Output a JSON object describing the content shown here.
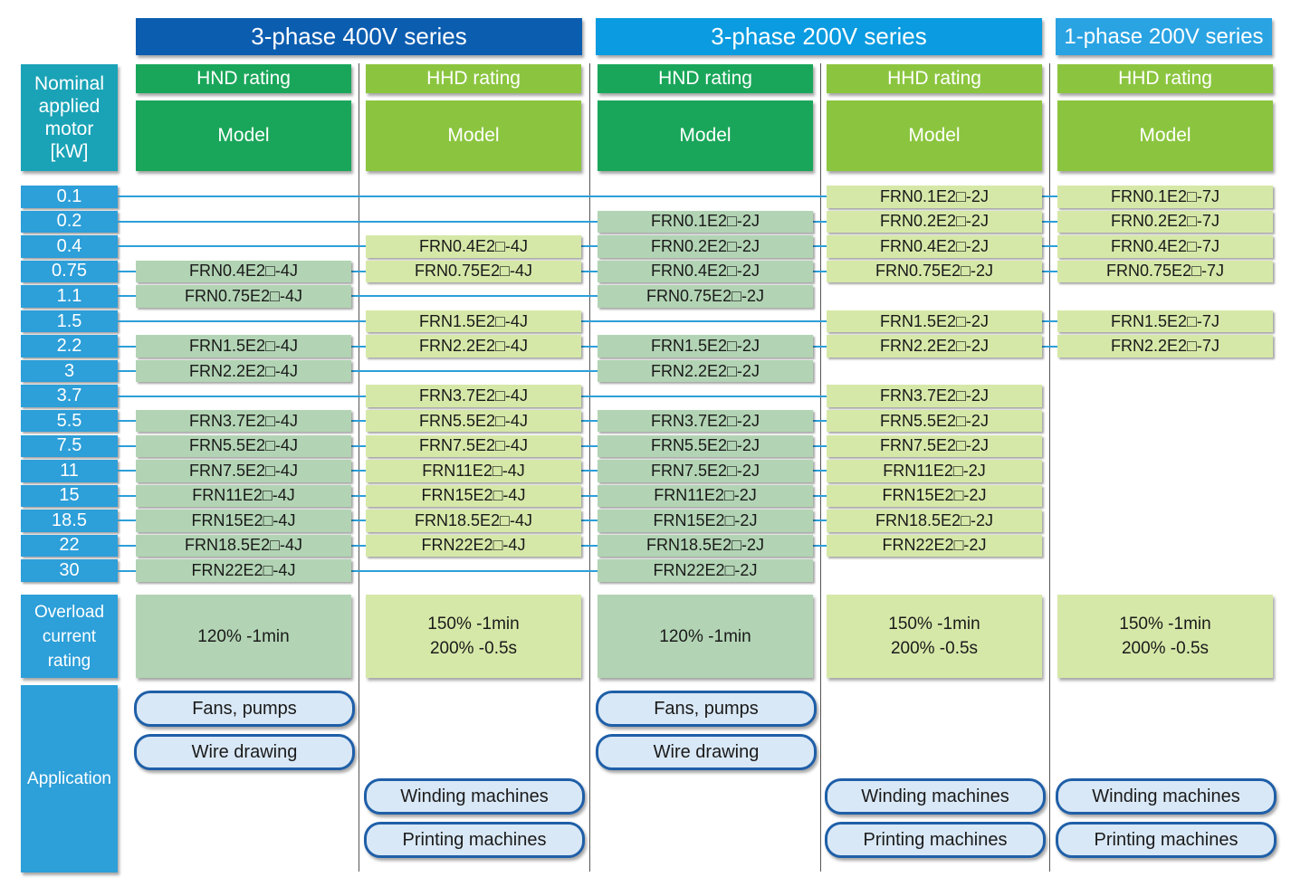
{
  "colors": {
    "series_400v": "#0b5db0",
    "series_200v": "#0a9be0",
    "series_1ph": "#2aa3e3",
    "hnd_header": "#1aa65a",
    "hhd_header": "#8bc53f",
    "hnd_cell": "#b2d4b4",
    "hhd_cell": "#d6e8a8",
    "connector": "#2d9fd9",
    "left_header": "#1aa3b7",
    "pill_border": "#1f5fa8"
  },
  "series": [
    {
      "label": "3-phase 400V series"
    },
    {
      "label": "3-phase 200V series"
    },
    {
      "label": "1-phase 200V series"
    }
  ],
  "left_header": {
    "line1": "Nominal",
    "line2": "applied",
    "line3": "motor",
    "line4": "[kW]"
  },
  "kw_values": [
    "0.1",
    "0.2",
    "0.4",
    "0.75",
    "1.1",
    "1.5",
    "2.2",
    "3",
    "3.7",
    "5.5",
    "7.5",
    "11",
    "15",
    "18.5",
    "22",
    "30"
  ],
  "columns": [
    {
      "rating": "HND rating",
      "model_label": "Model",
      "cells": [
        "",
        "",
        "",
        "FRN0.4E2□-4J",
        "FRN0.75E2□-4J",
        "",
        "FRN1.5E2□-4J",
        "FRN2.2E2□-4J",
        "",
        "FRN3.7E2□-4J",
        "FRN5.5E2□-4J",
        "FRN7.5E2□-4J",
        "FRN11E2□-4J",
        "FRN15E2□-4J",
        "FRN18.5E2□-4J",
        "FRN22E2□-4J"
      ],
      "overload": [
        "120% -1min"
      ],
      "applications": [
        "Fans, pumps",
        "Wire drawing"
      ]
    },
    {
      "rating": "HHD rating",
      "model_label": "Model",
      "cells": [
        "",
        "",
        "FRN0.4E2□-4J",
        "FRN0.75E2□-4J",
        "",
        "FRN1.5E2□-4J",
        "FRN2.2E2□-4J",
        "",
        "FRN3.7E2□-4J",
        "FRN5.5E2□-4J",
        "FRN7.5E2□-4J",
        "FRN11E2□-4J",
        "FRN15E2□-4J",
        "FRN18.5E2□-4J",
        "FRN22E2□-4J",
        ""
      ],
      "overload": [
        "150% -1min",
        "200% -0.5s"
      ],
      "applications": [
        "Winding machines",
        "Printing machines"
      ]
    },
    {
      "rating": "HND rating",
      "model_label": "Model",
      "cells": [
        "",
        "FRN0.1E2□-2J",
        "FRN0.2E2□-2J",
        "FRN0.4E2□-2J",
        "FRN0.75E2□-2J",
        "",
        "FRN1.5E2□-2J",
        "FRN2.2E2□-2J",
        "",
        "FRN3.7E2□-2J",
        "FRN5.5E2□-2J",
        "FRN7.5E2□-2J",
        "FRN11E2□-2J",
        "FRN15E2□-2J",
        "FRN18.5E2□-2J",
        "FRN22E2□-2J"
      ],
      "overload": [
        "120% -1min"
      ],
      "applications": [
        "Fans, pumps",
        "Wire drawing"
      ]
    },
    {
      "rating": "HHD rating",
      "model_label": "Model",
      "cells": [
        "FRN0.1E2□-2J",
        "FRN0.2E2□-2J",
        "FRN0.4E2□-2J",
        "FRN0.75E2□-2J",
        "",
        "FRN1.5E2□-2J",
        "FRN2.2E2□-2J",
        "",
        "FRN3.7E2□-2J",
        "FRN5.5E2□-2J",
        "FRN7.5E2□-2J",
        "FRN11E2□-2J",
        "FRN15E2□-2J",
        "FRN18.5E2□-2J",
        "FRN22E2□-2J",
        ""
      ],
      "overload": [
        "150% -1min",
        "200% -0.5s"
      ],
      "applications": [
        "Winding machines",
        "Printing machines"
      ]
    },
    {
      "rating": "HHD rating",
      "model_label": "Model",
      "cells": [
        "FRN0.1E2□-7J",
        "FRN0.2E2□-7J",
        "FRN0.4E2□-7J",
        "FRN0.75E2□-7J",
        "",
        "FRN1.5E2□-7J",
        "FRN2.2E2□-7J",
        "",
        "",
        "",
        "",
        "",
        "",
        "",
        "",
        ""
      ],
      "overload": [
        "150% -1min",
        "200% -0.5s"
      ],
      "applications": [
        "Winding machines",
        "Printing machines"
      ]
    }
  ],
  "overload_label": {
    "line1": "Overload",
    "line2": "current",
    "line3": "rating"
  },
  "application_label": "Application"
}
